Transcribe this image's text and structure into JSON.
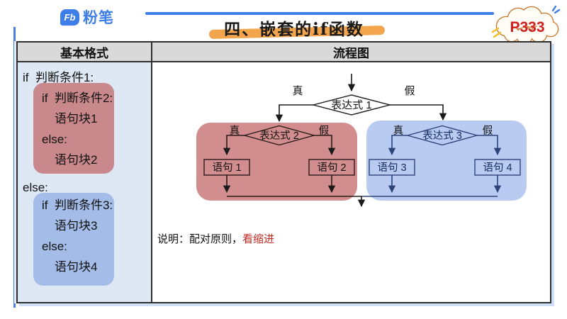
{
  "header": {
    "logo_fb": "Fb",
    "logo_brand": "粉笔",
    "title": "四、嵌套的if函数",
    "page_badge": "P333"
  },
  "table": {
    "col1_header": "基本格式",
    "col2_header": "流程图"
  },
  "code": {
    "line1": "if  判断条件1:",
    "outer_else": "else:",
    "red_block": [
      "if  判断条件2:",
      "语句块1",
      "else:",
      "语句块2"
    ],
    "blue_block": [
      "if  判断条件3:",
      "语句块3",
      "else:",
      "语句块4"
    ]
  },
  "flowchart": {
    "expr1": "表达式 1",
    "expr2": "表达式 2",
    "expr3": "表达式 3",
    "stmt1": "语句 1",
    "stmt2": "语句 2",
    "stmt3": "语句 3",
    "stmt4": "语句 4",
    "true_label": "真",
    "false_label": "假",
    "note_prefix": "说明：配对原则，",
    "note_highlight": "看缩进"
  },
  "colors": {
    "accent_blue": "#3D7EE8",
    "badge_red": "#D01F1F",
    "note_red": "#C42A21",
    "code_red_block_bg": "#C9898C",
    "code_blue_block_bg": "#A3BCE8",
    "flow_red_region_bg": "#D28E8E",
    "flow_blue_region_bg": "#BACBF2",
    "flow_navy_line": "#2C4479",
    "header_row_bg": "#D9D9D9",
    "left_cell_bg": "#DEE8F5",
    "title_highlight_orange": "#F0952D"
  }
}
